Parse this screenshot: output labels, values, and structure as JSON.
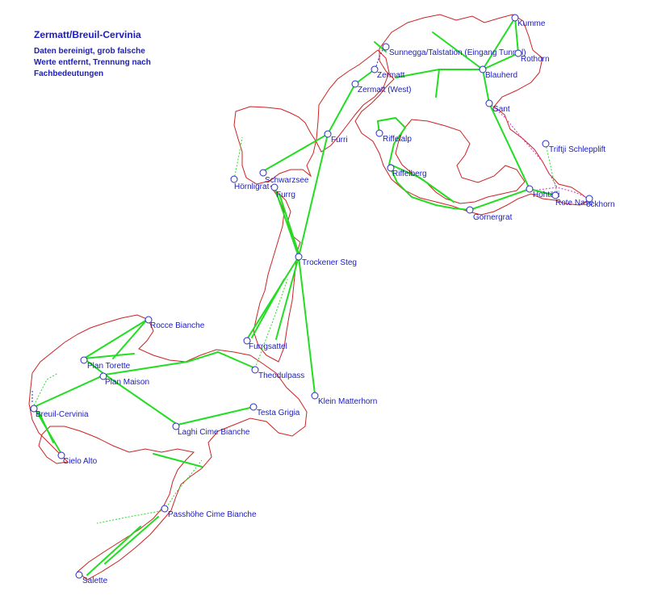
{
  "title": "Zermatt/Breuil-Cervinia",
  "note_lines": [
    "Daten bereinigt, grob falsche",
    "Werte entfernt, Trennung nach",
    "Fachbedeutungen"
  ],
  "colors": {
    "label": "#1a1ac8",
    "lift": "#22dd22",
    "boundary": "#cc2222",
    "station": "#2a2acb",
    "magenta": "#cc33cc"
  },
  "stations": [
    {
      "id": "kumme",
      "label": "Kumme"
    },
    {
      "id": "suennegga",
      "label": "Sunnegga/Talstation (Eingang Tunnel)"
    },
    {
      "id": "rothorn",
      "label": "Rothorn"
    },
    {
      "id": "zermatt",
      "label": "Zermatt"
    },
    {
      "id": "blauherd",
      "label": "Blauherd"
    },
    {
      "id": "zermatt-west",
      "label": "Zermatt (West)"
    },
    {
      "id": "gant",
      "label": "Gant"
    },
    {
      "id": "furri",
      "label": "Furri"
    },
    {
      "id": "riffelalp",
      "label": "Riffelalp"
    },
    {
      "id": "triftji",
      "label": "Triftji Schlepplift"
    },
    {
      "id": "schwarzsee",
      "label": "Schwarzsee"
    },
    {
      "id": "hoernligrat",
      "label": "Hörnligrat"
    },
    {
      "id": "riffelberg",
      "label": "Riffelberg"
    },
    {
      "id": "furgg",
      "label": "Furrg"
    },
    {
      "id": "hohtaelli",
      "label": "Hohtälli"
    },
    {
      "id": "rote-nase",
      "label": "Rote Nase"
    },
    {
      "id": "stockhorn",
      "label": "ockhorn"
    },
    {
      "id": "gornergrat",
      "label": "Gornergrat"
    },
    {
      "id": "trockener-steg",
      "label": "Trockener Steg"
    },
    {
      "id": "rocce-bianche",
      "label": "Rocce Bianche"
    },
    {
      "id": "furggsattel",
      "label": "Furrgsattel"
    },
    {
      "id": "plan-torette",
      "label": "Plan Torette"
    },
    {
      "id": "theodulpass",
      "label": "Theodulpass"
    },
    {
      "id": "plan-maison",
      "label": "Plan Maison"
    },
    {
      "id": "klein-matterhorn",
      "label": "Klein Matterhorn"
    },
    {
      "id": "breuil-cervinia",
      "label": "Breuil-Cervinia"
    },
    {
      "id": "testa-grigia",
      "label": "Testa Grigia"
    },
    {
      "id": "laghi-cime-bianche",
      "label": "Laghi Cime Bianche"
    },
    {
      "id": "cielo-alto",
      "label": "Cielo Alto"
    },
    {
      "id": "passhoehe",
      "label": "Passhöhe Cime Bianche"
    },
    {
      "id": "salette",
      "label": "Salette"
    }
  ]
}
